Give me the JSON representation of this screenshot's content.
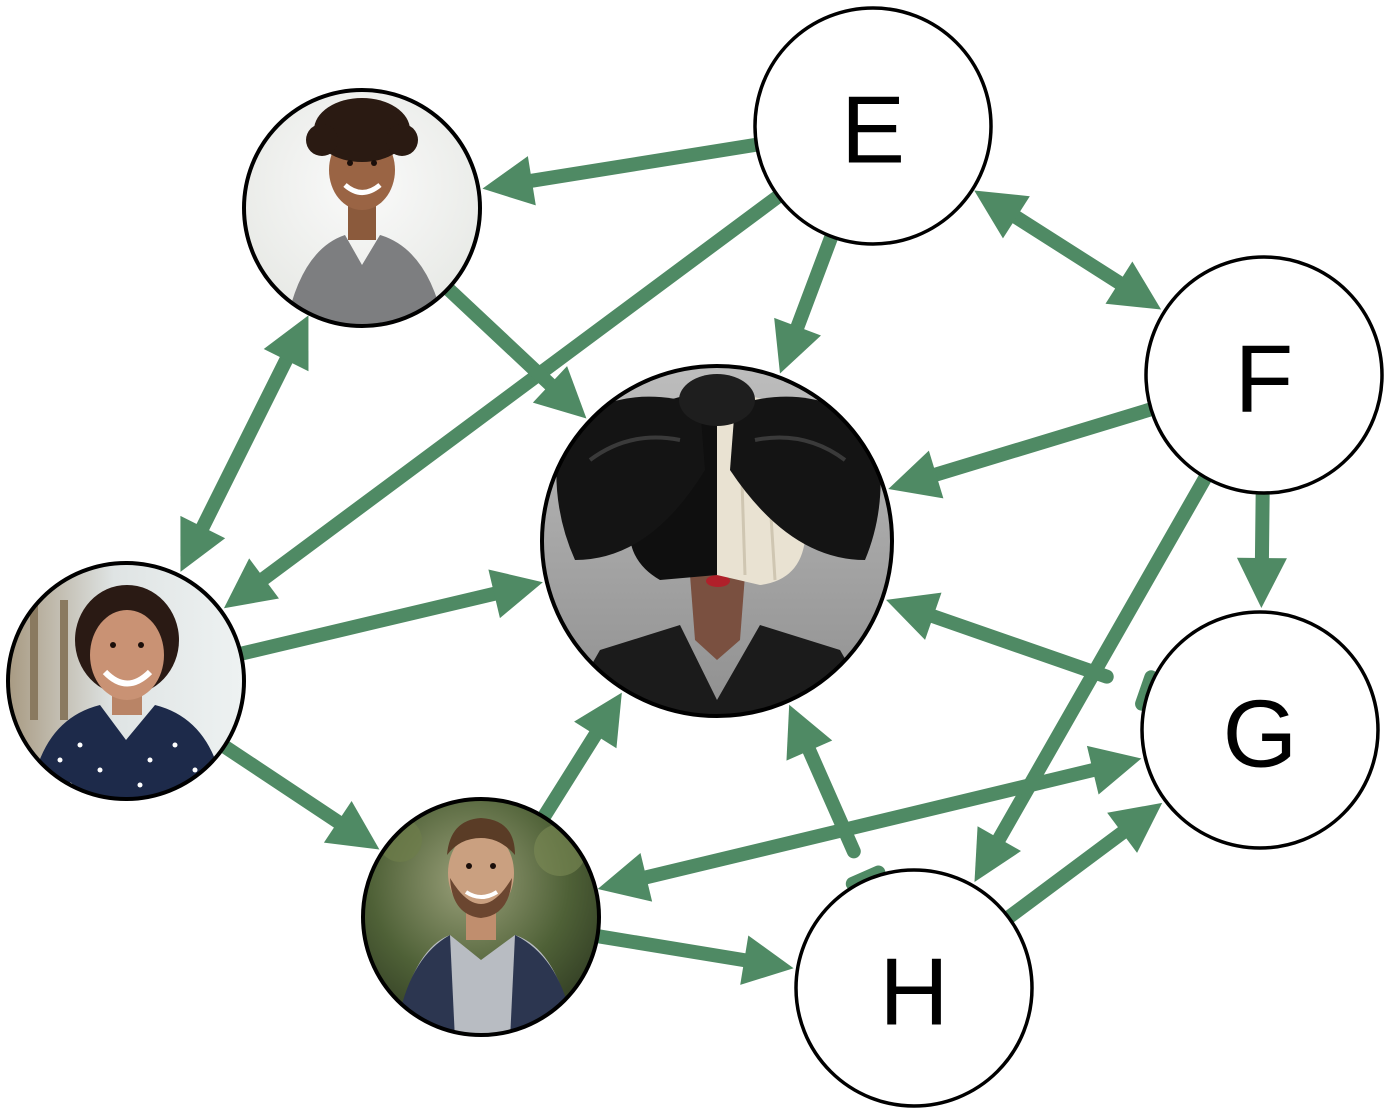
{
  "diagram": {
    "edge_color": "#4f8a64",
    "nodes": [
      {
        "id": "E",
        "label": "E",
        "kind": "letter"
      },
      {
        "id": "F",
        "label": "F",
        "kind": "letter"
      },
      {
        "id": "G",
        "label": "G",
        "kind": "letter"
      },
      {
        "id": "H",
        "label": "H",
        "kind": "letter"
      },
      {
        "id": "sia",
        "kind": "photo",
        "icon": "portrait-black-white-wig-bow"
      },
      {
        "id": "man-curly",
        "kind": "photo",
        "icon": "portrait-curly-hair-man"
      },
      {
        "id": "woman",
        "kind": "photo",
        "icon": "portrait-smiling-woman"
      },
      {
        "id": "man-beard",
        "kind": "photo",
        "icon": "portrait-bearded-man"
      }
    ],
    "edges": [
      {
        "from": "E",
        "to": "man-curly",
        "type": "arrow"
      },
      {
        "from": "E",
        "to": "woman",
        "type": "arrow"
      },
      {
        "from": "E",
        "to": "sia",
        "type": "arrow"
      },
      {
        "from": "E",
        "to": "F",
        "type": "double-arrow"
      },
      {
        "from": "F",
        "to": "sia",
        "type": "arrow"
      },
      {
        "from": "F",
        "to": "G",
        "type": "arrow"
      },
      {
        "from": "F",
        "to": "H",
        "type": "arrow"
      },
      {
        "from": "man-curly",
        "to": "sia",
        "type": "arrow"
      },
      {
        "from": "man-curly",
        "to": "woman",
        "type": "double-arrow"
      },
      {
        "from": "woman",
        "to": "sia",
        "type": "arrow"
      },
      {
        "from": "woman",
        "to": "man-beard",
        "type": "arrow"
      },
      {
        "from": "man-beard",
        "to": "sia",
        "type": "arrow"
      },
      {
        "from": "man-beard",
        "to": "H",
        "type": "arrow"
      },
      {
        "from": "man-beard",
        "to": "G",
        "type": "double-arrow"
      },
      {
        "from": "G",
        "to": "sia",
        "type": "arrow-bar-tail"
      },
      {
        "from": "H",
        "to": "sia",
        "type": "arrow-bar-tail"
      },
      {
        "from": "H",
        "to": "G",
        "type": "arrow"
      }
    ]
  }
}
